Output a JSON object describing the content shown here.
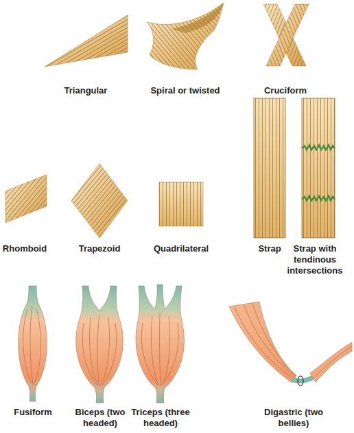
{
  "diagram": {
    "labels": [
      "Triangular",
      "Spiral or twisted",
      "Cruciform",
      "Rhomboid",
      "Trapezoid",
      "Quadrilateral",
      "Strap",
      "Strap with tendinous intersections",
      "Fusiform",
      "Biceps (two headed)",
      "Triceps (three headed)",
      "Digastric (two bellies)"
    ]
  }
}
